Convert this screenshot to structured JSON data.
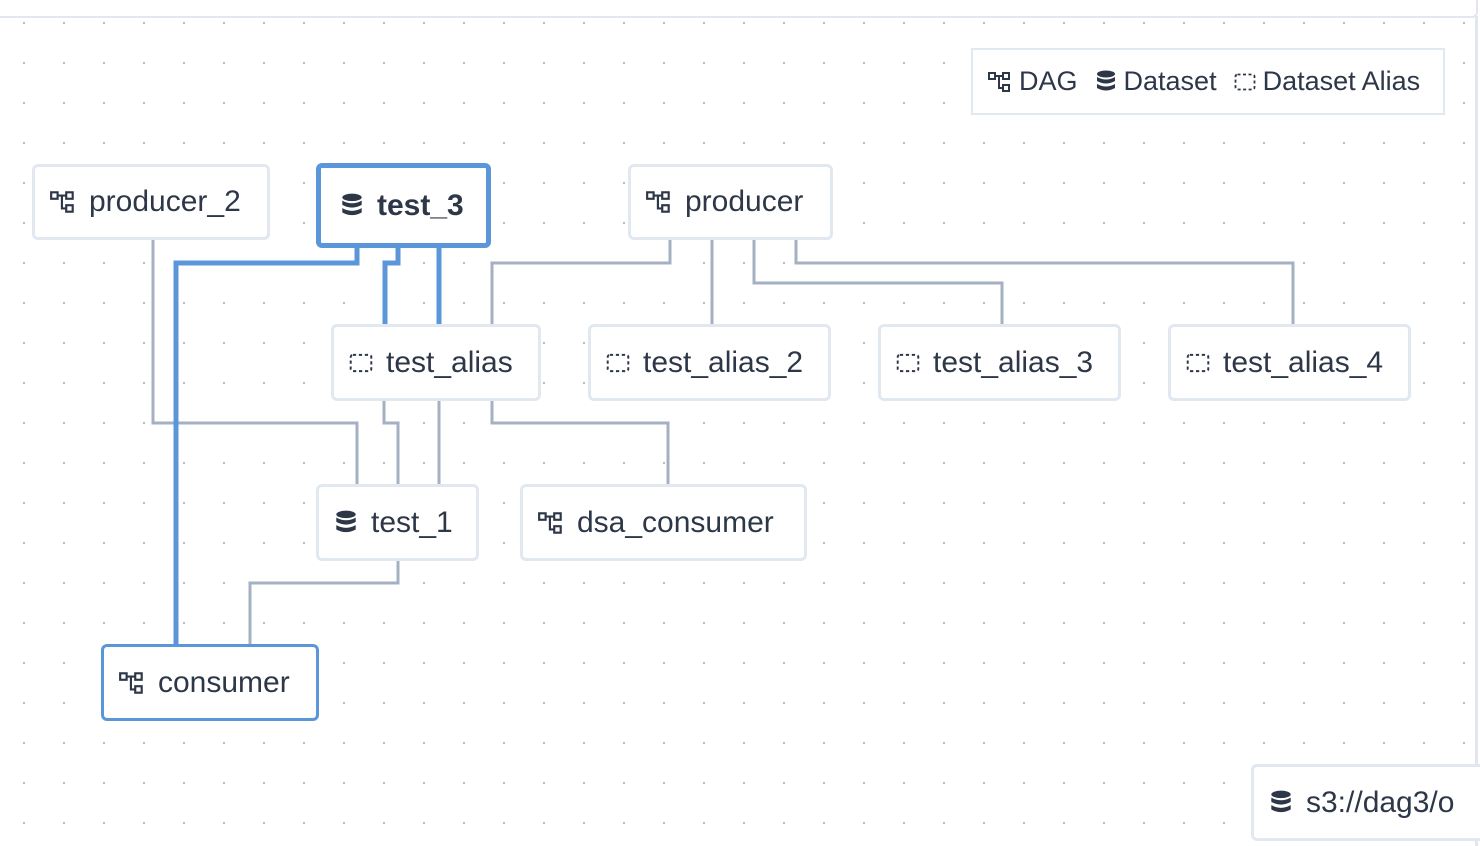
{
  "legend": {
    "dag_label": "DAG",
    "dataset_label": "Dataset",
    "alias_label": "Dataset Alias"
  },
  "nodes": {
    "producer_2": {
      "label": "producer_2",
      "kind": "dag"
    },
    "test_3": {
      "label": "test_3",
      "kind": "dataset",
      "state": "selected"
    },
    "producer": {
      "label": "producer",
      "kind": "dag"
    },
    "test_alias": {
      "label": "test_alias",
      "kind": "dataset-alias"
    },
    "test_alias_2": {
      "label": "test_alias_2",
      "kind": "dataset-alias"
    },
    "test_alias_3": {
      "label": "test_alias_3",
      "kind": "dataset-alias"
    },
    "test_alias_4": {
      "label": "test_alias_4",
      "kind": "dataset-alias"
    },
    "test_1": {
      "label": "test_1",
      "kind": "dataset"
    },
    "dsa_consumer": {
      "label": "dsa_consumer",
      "kind": "dag"
    },
    "consumer": {
      "label": "consumer",
      "kind": "dag",
      "state": "highlighted"
    },
    "s3_node": {
      "label": "s3://dag3/o",
      "kind": "dataset"
    }
  },
  "colors": {
    "edge": "#a5b1c2",
    "highlight": "#5b97d8",
    "node_border": "#e2e8f0",
    "text": "#2d3748"
  },
  "icons": {
    "dag": "dag-icon",
    "dataset": "database-icon",
    "alias": "dataset-alias-icon"
  }
}
